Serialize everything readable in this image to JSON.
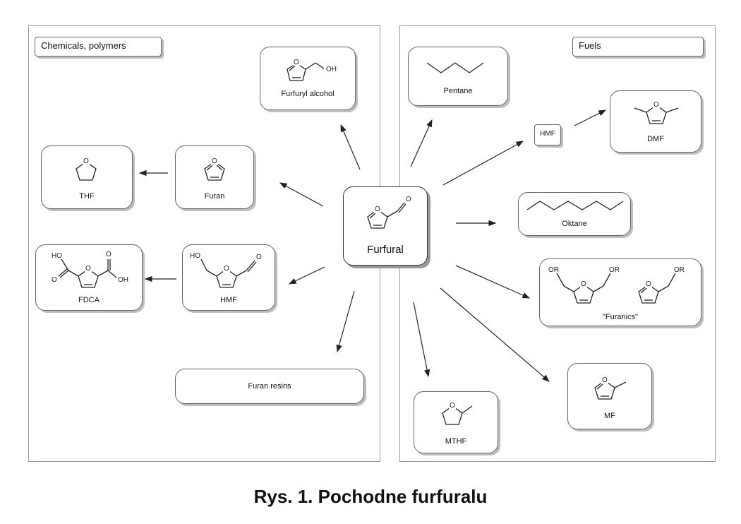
{
  "panels": {
    "left_title": "Chemicals, polymers",
    "right_title": "Fuels"
  },
  "center": {
    "label": "Furfural"
  },
  "nodes": {
    "furfuryl_alcohol": {
      "label": "Furfuryl alcohol",
      "oh": "OH"
    },
    "thf": {
      "label": "THF"
    },
    "furan": {
      "label": "Furan"
    },
    "fdca": {
      "label": "FDCA",
      "ho": "HO",
      "oh": "OH"
    },
    "hmf_left": {
      "label": "HMF",
      "ho": "HO"
    },
    "furan_resins": {
      "label": "Furan resins"
    },
    "pentane": {
      "label": "Pentane"
    },
    "hmf_right": {
      "label": "HMF"
    },
    "dmf": {
      "label": "DMF"
    },
    "oktane": {
      "label": "Oktane"
    },
    "furanics": {
      "label": "\"Furanics\"",
      "or": "OR"
    },
    "mthf": {
      "label": "MTHF"
    },
    "mf": {
      "label": "MF"
    }
  },
  "atoms": {
    "o": "O"
  },
  "caption": "Rys. 1. Pochodne furfuralu"
}
